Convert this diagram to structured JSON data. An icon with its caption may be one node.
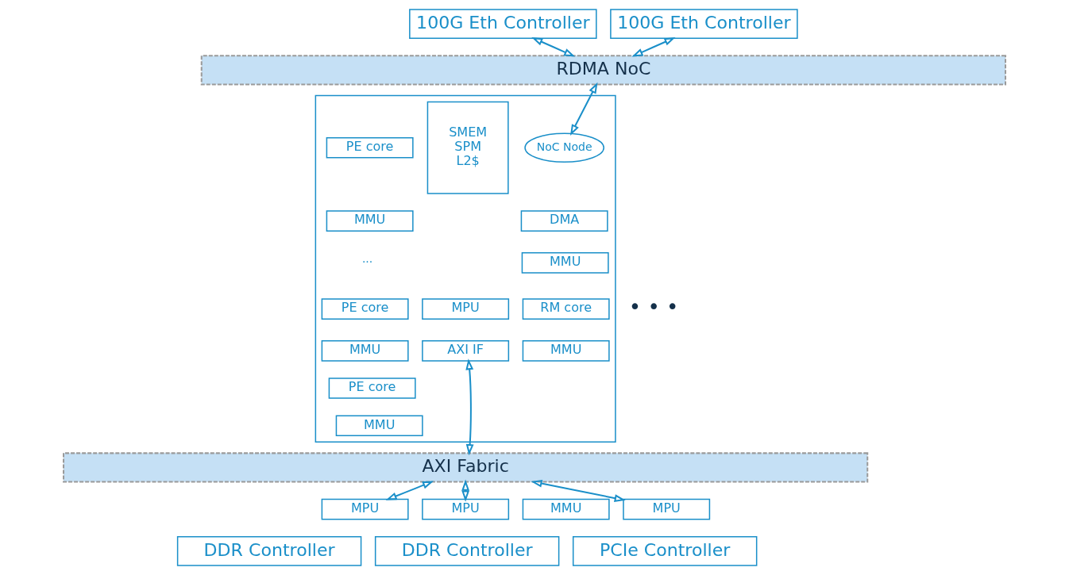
{
  "diagram": {
    "nodes": [
      {
        "text": [
          "100G Eth Controller"
        ]
      },
      {
        "text": [
          "100G Eth Controller"
        ]
      },
      {
        "text": [
          "RDMA NoC"
        ]
      },
      {
        "text": [],
        "shape": "box"
      },
      {
        "text": [
          "NoC Node"
        ],
        "in": 3
      },
      {
        "text": [
          "DMA"
        ],
        "in": 3
      },
      {
        "text": [
          "MMU"
        ],
        "in": 3
      },
      {
        "text": [
          "RM core"
        ],
        "in": 3
      },
      {
        "text": [
          "MMU"
        ],
        "in": 3
      },
      {
        "text": [
          "SMEM SPM L2$"
        ],
        "in": 3
      },
      {
        "text": [
          "MPU"
        ],
        "in": 3
      },
      {
        "text": [
          "AXI IF"
        ],
        "in": 3
      },
      {
        "text": [
          "PE core"
        ],
        "in": 3
      },
      {
        "text": [
          "MMU"
        ],
        "in": 3
      },
      {
        "text": [
          "PE core"
        ],
        "in": 3
      },
      {
        "text": [
          "MMU"
        ],
        "in": 3
      },
      {
        "text": [
          "PE core"
        ],
        "in": 3
      },
      {
        "text": [
          "MMU"
        ],
        "in": 3
      },
      {
        "text": [
          "AXI Fabric"
        ]
      },
      {
        "text": [
          "MPU"
        ]
      },
      {
        "text": [
          "DDR Controller"
        ]
      },
      {
        "text": [
          "MPU"
        ]
      },
      {
        "text": [
          "DDR Controller"
        ]
      },
      {
        "text": [
          "MMU"
        ]
      },
      {
        "text": [
          "MPU"
        ]
      },
      {
        "text": [
          "PCIe Controller"
        ]
      }
    ],
    "edges": [
      {
        "from": 0,
        "to": 2,
        "arrow": "both"
      },
      {
        "from": 1,
        "to": 2,
        "arrow": "both"
      },
      {
        "from": 2,
        "to": 4,
        "arrow": "both"
      },
      {
        "from": 11,
        "to": 18,
        "arrow": "both"
      },
      {
        "from": 18,
        "to": 19,
        "arrow": "both"
      },
      {
        "from": 18,
        "to": 21,
        "arrow": "both"
      },
      {
        "from": 18,
        "to": 24,
        "arrow": "both"
      }
    ],
    "labels": [
      "···",
      "• • •"
    ]
  }
}
